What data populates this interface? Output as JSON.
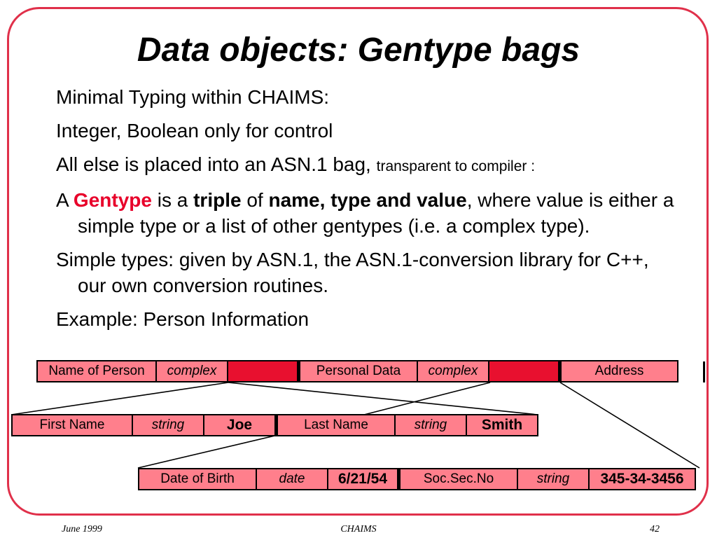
{
  "title": "Data objects: Gentype bags",
  "body": {
    "line1": "Minimal Typing within CHAIMS:",
    "line2": "Integer, Boolean only for control",
    "line3_main": "All else is placed into an ASN.1 bag, ",
    "line3_small": "transparent to compiler :",
    "p4_a": "A ",
    "p4_gentype": "Gentype",
    "p4_b": " is a ",
    "p4_triple": "triple",
    "p4_c": " of ",
    "p4_ntv": "name, type and value",
    "p4_d": ", where value is either a simple type or a list of other gentypes (i.e. a complex type).",
    "p5": "Simple types: given by ASN.1, the ASN.1-conversion library for C++, our own conversion routines.",
    "p6": "Example: Person  Information"
  },
  "diagram": {
    "row1": [
      "Name of Person",
      "complex",
      "",
      "Personal Data",
      "complex",
      "",
      "Address"
    ],
    "row2": [
      "First Name",
      "string",
      "Joe",
      "Last Name",
      "string",
      "Smith"
    ],
    "row3": [
      "Date of Birth",
      "date",
      "6/21/54",
      "Soc.Sec.No",
      "string",
      "345-34-3456"
    ]
  },
  "colors": {
    "frame": "#e0304a",
    "cell": "#ff7f8c",
    "pointer": "#e8102f",
    "accent": "#e8002a"
  },
  "footer": {
    "left": "June 1999",
    "center": "CHAIMS",
    "right": "42"
  }
}
